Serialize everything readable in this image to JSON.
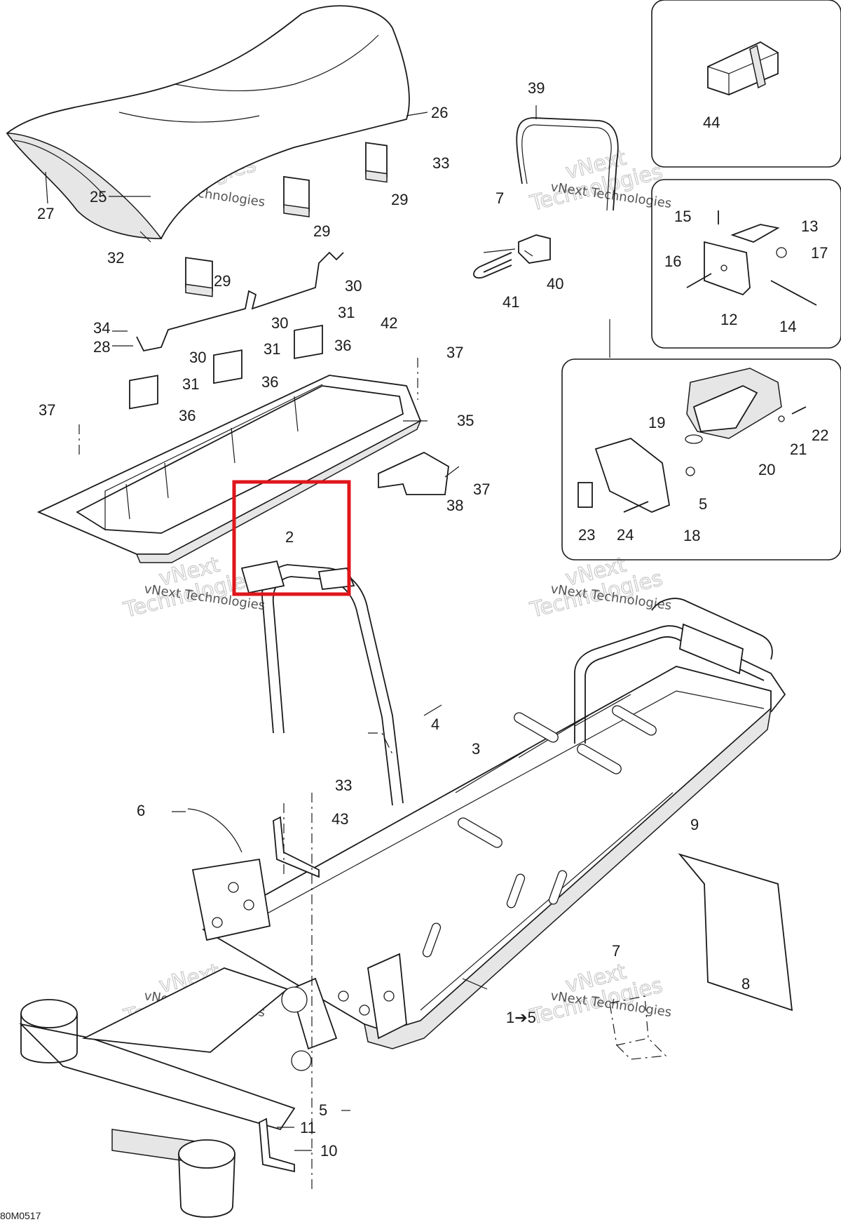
{
  "drawing_ref": "80M0517",
  "watermark": {
    "line1": "vNext",
    "line2": "Technologies",
    "small": "vNext Technologies"
  },
  "callouts": [
    {
      "id": "c1",
      "label": "1➔5"
    },
    {
      "id": "c2",
      "label": "2"
    },
    {
      "id": "c3",
      "label": "3"
    },
    {
      "id": "c4",
      "label": "4"
    },
    {
      "id": "c5a",
      "label": "5"
    },
    {
      "id": "c5b",
      "label": "5"
    },
    {
      "id": "c6",
      "label": "6"
    },
    {
      "id": "c7a",
      "label": "7"
    },
    {
      "id": "c7b",
      "label": "7"
    },
    {
      "id": "c8",
      "label": "8"
    },
    {
      "id": "c9",
      "label": "9"
    },
    {
      "id": "c10",
      "label": "10"
    },
    {
      "id": "c11",
      "label": "11"
    },
    {
      "id": "c12",
      "label": "12"
    },
    {
      "id": "c13",
      "label": "13"
    },
    {
      "id": "c14",
      "label": "14"
    },
    {
      "id": "c15",
      "label": "15"
    },
    {
      "id": "c16",
      "label": "16"
    },
    {
      "id": "c17",
      "label": "17"
    },
    {
      "id": "c18",
      "label": "18"
    },
    {
      "id": "c19",
      "label": "19"
    },
    {
      "id": "c20",
      "label": "20"
    },
    {
      "id": "c21",
      "label": "21"
    },
    {
      "id": "c22",
      "label": "22"
    },
    {
      "id": "c23",
      "label": "23"
    },
    {
      "id": "c24",
      "label": "24"
    },
    {
      "id": "c25",
      "label": "25"
    },
    {
      "id": "c26",
      "label": "26"
    },
    {
      "id": "c27",
      "label": "27"
    },
    {
      "id": "c28",
      "label": "28"
    },
    {
      "id": "c29a",
      "label": "29"
    },
    {
      "id": "c29b",
      "label": "29"
    },
    {
      "id": "c29c",
      "label": "29"
    },
    {
      "id": "c30a",
      "label": "30"
    },
    {
      "id": "c30b",
      "label": "30"
    },
    {
      "id": "c30c",
      "label": "30"
    },
    {
      "id": "c31a",
      "label": "31"
    },
    {
      "id": "c31b",
      "label": "31"
    },
    {
      "id": "c31c",
      "label": "31"
    },
    {
      "id": "c32",
      "label": "32"
    },
    {
      "id": "c33a",
      "label": "33"
    },
    {
      "id": "c33b",
      "label": "33"
    },
    {
      "id": "c34",
      "label": "34"
    },
    {
      "id": "c35",
      "label": "35"
    },
    {
      "id": "c36a",
      "label": "36"
    },
    {
      "id": "c36b",
      "label": "36"
    },
    {
      "id": "c36c",
      "label": "36"
    },
    {
      "id": "c37a",
      "label": "37"
    },
    {
      "id": "c37b",
      "label": "37"
    },
    {
      "id": "c37c",
      "label": "37"
    },
    {
      "id": "c38",
      "label": "38"
    },
    {
      "id": "c39",
      "label": "39"
    },
    {
      "id": "c40",
      "label": "40"
    },
    {
      "id": "c41",
      "label": "41"
    },
    {
      "id": "c42",
      "label": "42"
    },
    {
      "id": "c43",
      "label": "43"
    },
    {
      "id": "c44",
      "label": "44"
    }
  ],
  "colors": {
    "highlight": "#e0161b",
    "line": "#1a1a1a",
    "watermark": "#c9c9c9"
  }
}
